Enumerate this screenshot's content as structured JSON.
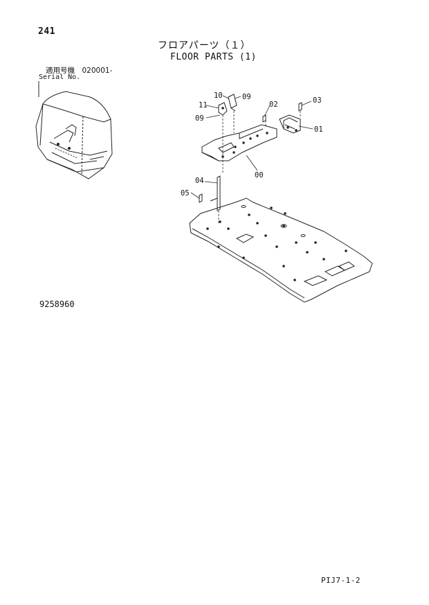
{
  "header": {
    "page_number": "241",
    "title_jp": "フロアパーツ（１）",
    "title_en": "FLOOR PARTS (1)"
  },
  "serial": {
    "label_jp": "適用号機　020001-",
    "label_en": "Serial No."
  },
  "diagram": {
    "callouts": [
      {
        "id": "10",
        "text": "10"
      },
      {
        "id": "09a",
        "text": "09"
      },
      {
        "id": "11",
        "text": "11"
      },
      {
        "id": "09b",
        "text": "09"
      },
      {
        "id": "02",
        "text": "02"
      },
      {
        "id": "03",
        "text": "03"
      },
      {
        "id": "01",
        "text": "01"
      },
      {
        "id": "00",
        "text": "00"
      },
      {
        "id": "04",
        "text": "04"
      },
      {
        "id": "05",
        "text": "05"
      }
    ]
  },
  "footer": {
    "drawing_number": "9258960",
    "page_code": "PIJ7-1-2"
  }
}
